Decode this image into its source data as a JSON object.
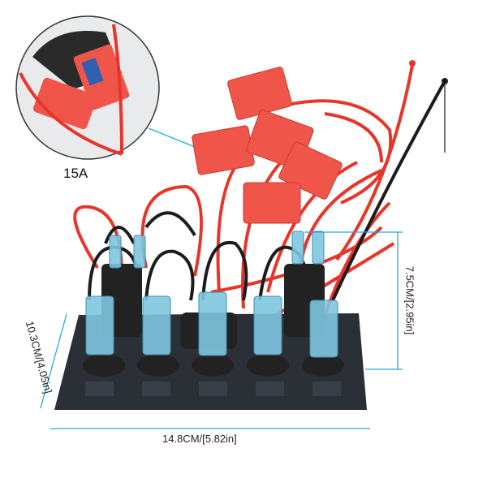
{
  "product": {
    "fuse_rating": "15A",
    "dimensions": {
      "width": "14.8CM/[5.82in]",
      "height": "7.5CM/[2.95in]",
      "depth": "10.3CM/[4.05in]"
    },
    "switch_count": 5
  },
  "colors": {
    "dimension_line": "#2aa7e0",
    "wire_red": "#e8352a",
    "wire_black": "#1c1c1c",
    "fuse_holder": "#f0554a",
    "switch_blue": "#7fc6e0",
    "panel": "#2b2f36"
  }
}
